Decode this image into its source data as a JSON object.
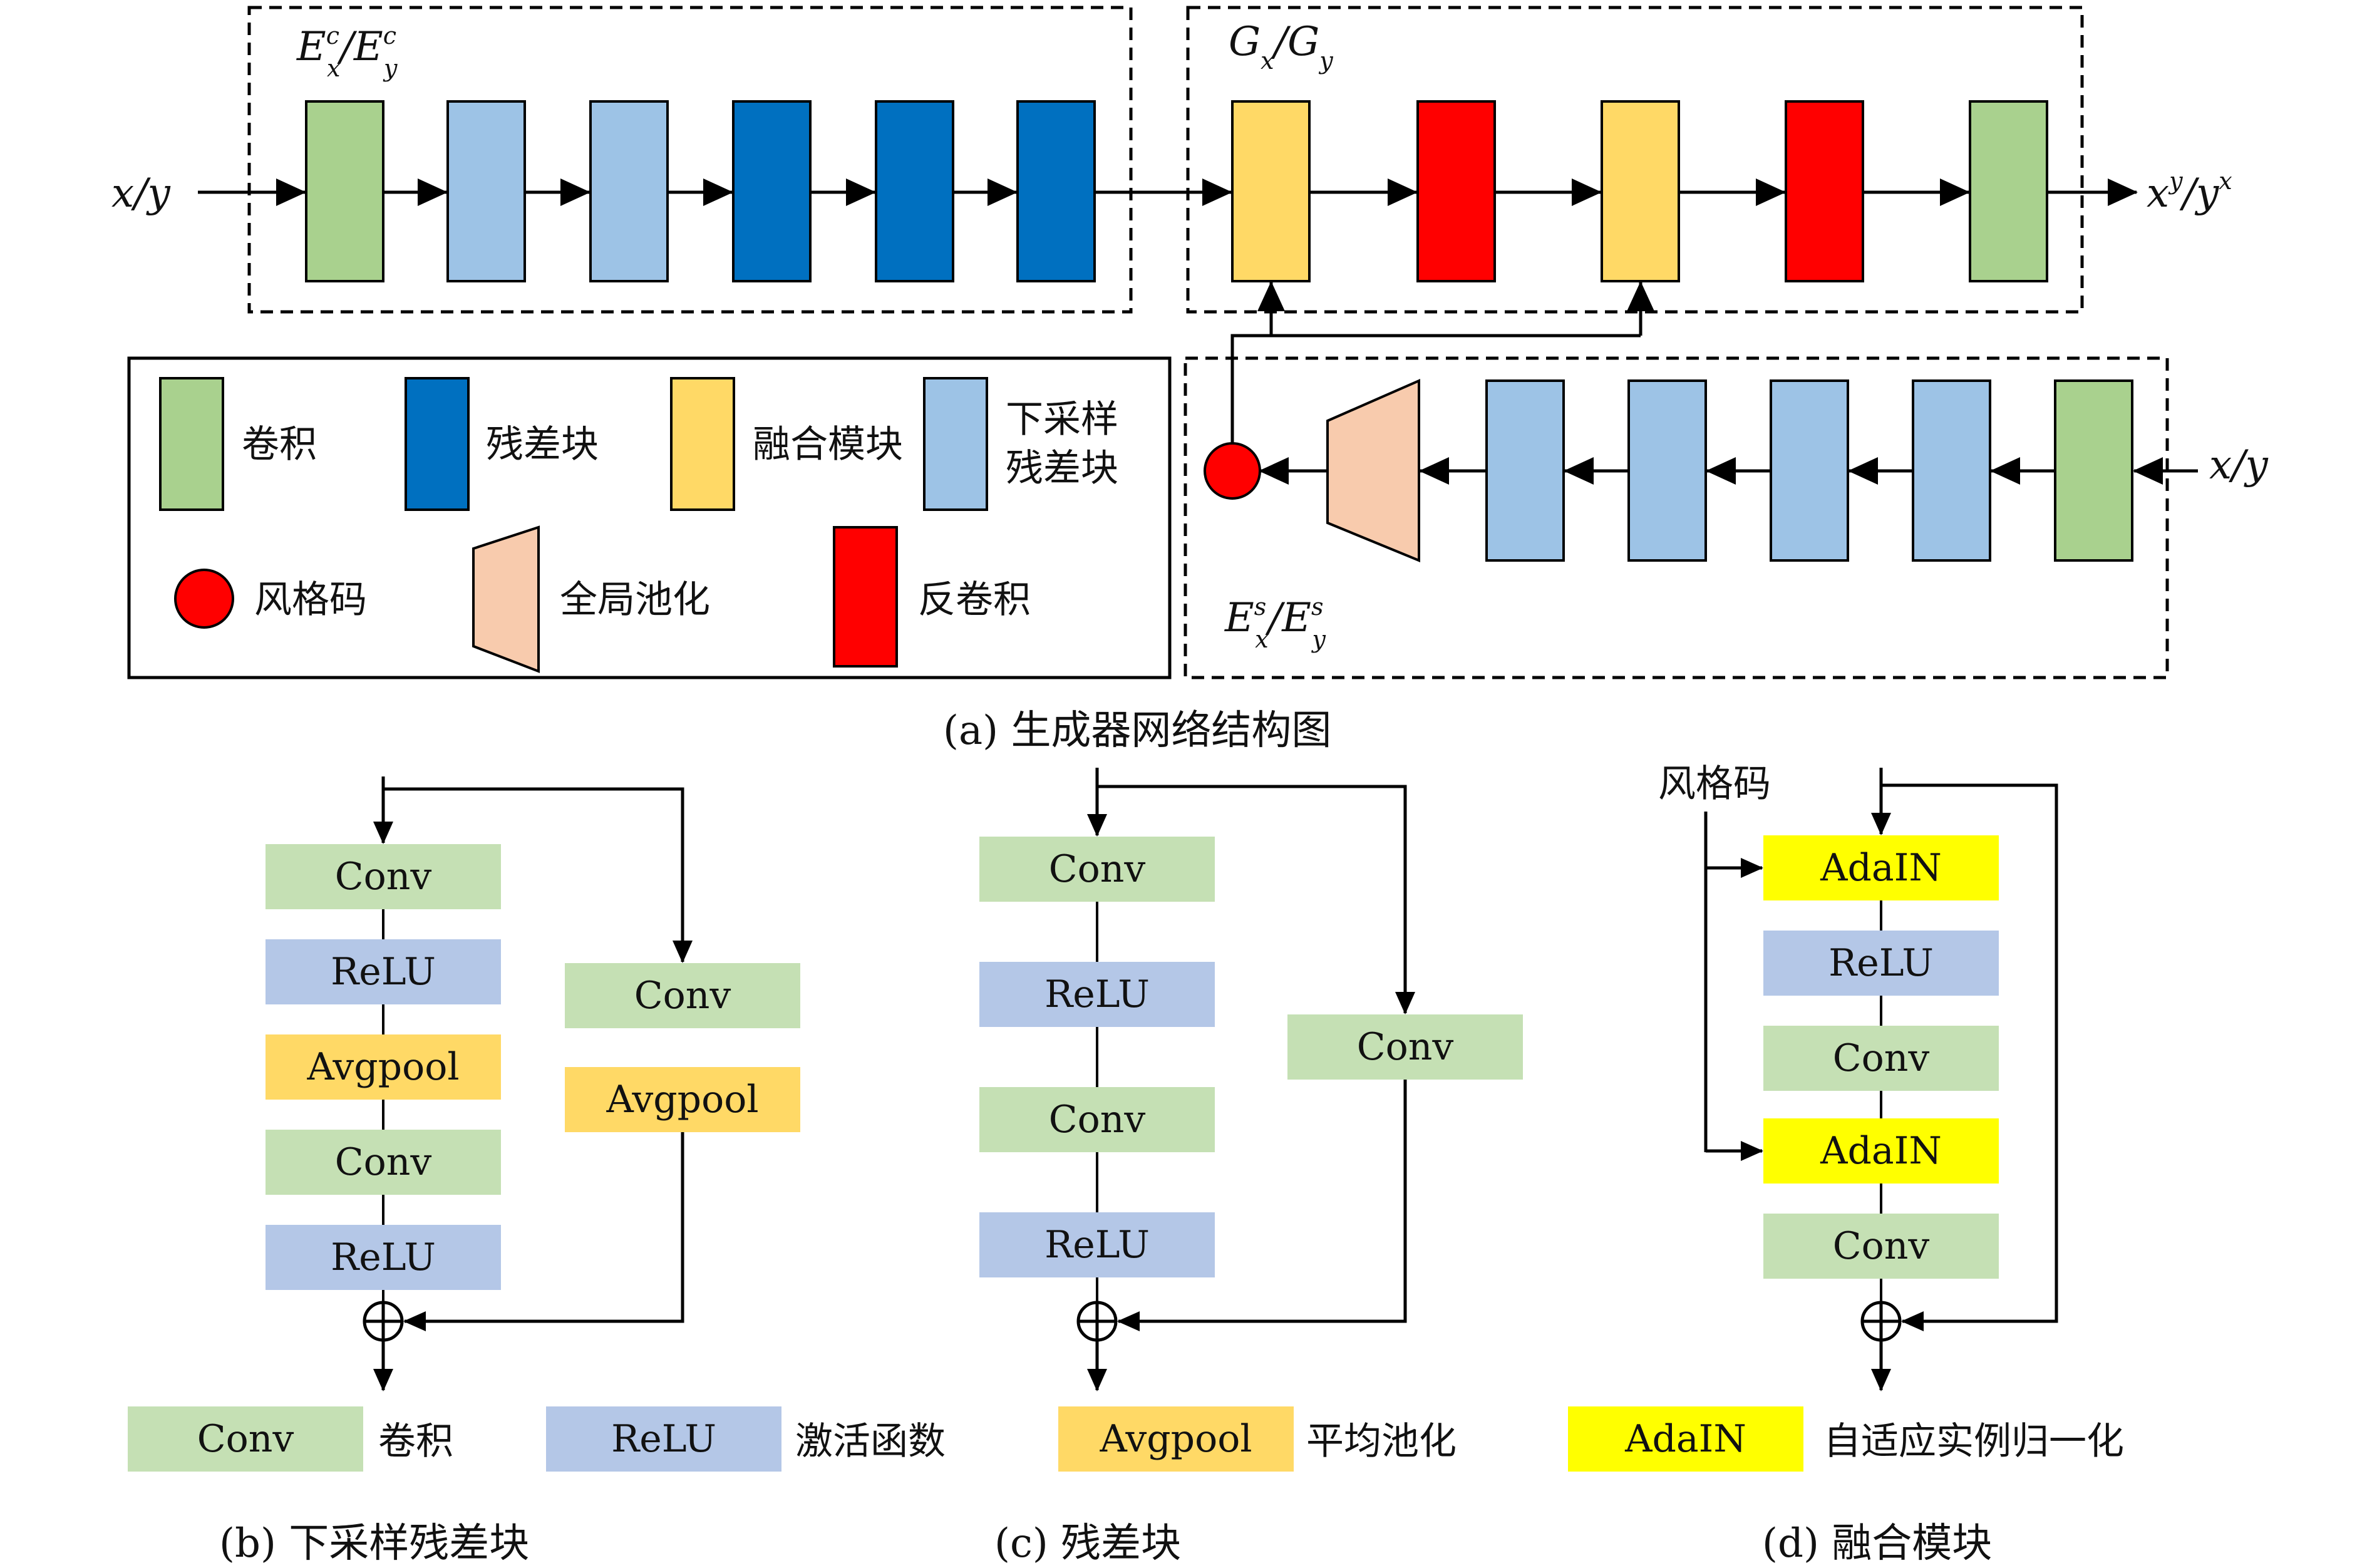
{
  "colors": {
    "conv": "#a9d18e",
    "res": "#0070c0",
    "down": "#9dc3e6",
    "fuse": "#ffd966",
    "deconv": "#ff0000",
    "style": "#ff0000",
    "pool": "#f8cbad",
    "b_conv": "#c5e0b4",
    "b_relu": "#b4c7e7",
    "b_avg": "#ffd966",
    "b_ada": "#ffff00"
  },
  "panel_a": {
    "enc_c_label_base1": "E",
    "enc_c_label_sup1": "c",
    "enc_c_label_sub1": "x",
    "enc_c_label_sep": "/",
    "enc_c_label_base2": "E",
    "enc_c_label_sup2": "c",
    "enc_c_label_sub2": "y",
    "gen_label_base1": "G",
    "gen_label_sub1": "x",
    "gen_label_sep": "/",
    "gen_label_base2": "G",
    "gen_label_sub2": "y",
    "enc_s_label_base1": "E",
    "enc_s_label_sup1": "s",
    "enc_s_label_sub1": "x",
    "enc_s_label_sep": "/",
    "enc_s_label_base2": "E",
    "enc_s_label_sup2": "s",
    "enc_s_label_sub2": "y",
    "input_top": "x/y",
    "input_bottom": "x/y",
    "output_base1": "x",
    "output_sup1": "y",
    "output_sep": "/",
    "output_base2": "y",
    "output_sup2": "x",
    "legend": {
      "conv": "卷积",
      "res": "残差块",
      "fuse": "融合模块",
      "down_1": "下采样",
      "down_2": "残差块",
      "style": "风格码",
      "pool": "全局池化",
      "deconv": "反卷积"
    },
    "caption": "(a) 生成器网络结构图"
  },
  "panel_b": {
    "main": [
      "Conv",
      "ReLU",
      "Avgpool",
      "Conv",
      "ReLU"
    ],
    "skip": [
      "Conv",
      "Avgpool"
    ],
    "caption": "(b) 下采样残差块"
  },
  "panel_c": {
    "main": [
      "Conv",
      "ReLU",
      "Conv",
      "ReLU"
    ],
    "skip": [
      "Conv"
    ],
    "caption": "(c) 残差块"
  },
  "panel_d": {
    "style_label": "风格码",
    "main": [
      "AdaIN",
      "ReLU",
      "Conv",
      "AdaIN",
      "Conv"
    ],
    "caption": "(d) 融合模块"
  },
  "legend_bottom": {
    "conv_box": "Conv",
    "conv_text": "卷积",
    "relu_box": "ReLU",
    "relu_text": "激活函数",
    "avg_box": "Avgpool",
    "avg_text": "平均池化",
    "ada_box": "AdaIN",
    "ada_text": "自适应实例归一化"
  }
}
